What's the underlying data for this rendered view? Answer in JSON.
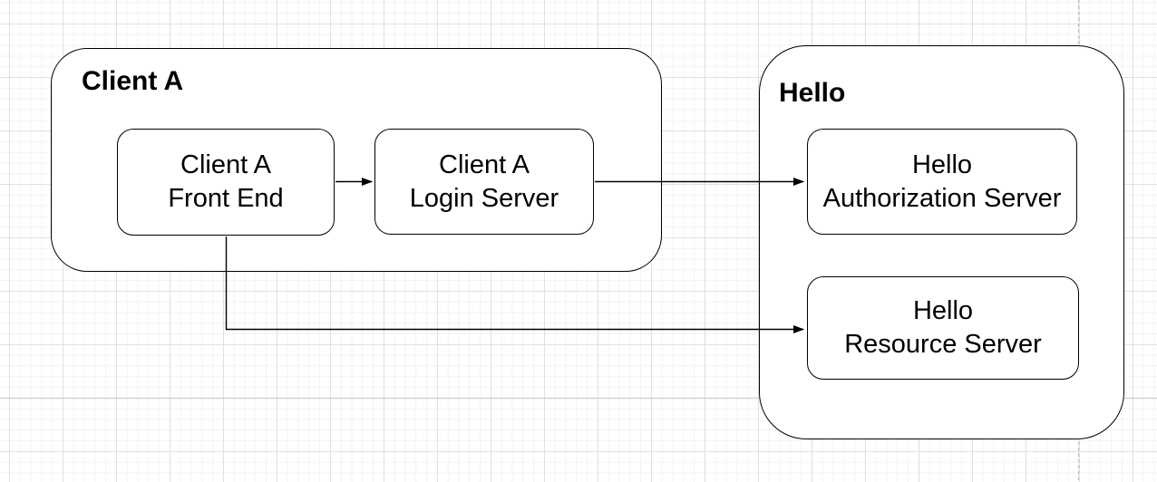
{
  "diagram": {
    "containers": [
      {
        "id": "client-a",
        "title": "Client A"
      },
      {
        "id": "hello",
        "title": "Hello"
      }
    ],
    "nodes": [
      {
        "id": "client-a-front-end",
        "container": "client-a",
        "label": "Client A\nFront End"
      },
      {
        "id": "client-a-login-server",
        "container": "client-a",
        "label": "Client A\nLogin Server"
      },
      {
        "id": "hello-authorization-server",
        "container": "hello",
        "label": "Hello\nAuthorization Server"
      },
      {
        "id": "hello-resource-server",
        "container": "hello",
        "label": "Hello\nResource Server"
      }
    ],
    "edges": [
      {
        "from": "client-a-front-end",
        "to": "client-a-login-server"
      },
      {
        "from": "client-a-login-server",
        "to": "hello-authorization-server"
      },
      {
        "from": "client-a-front-end",
        "to": "hello-resource-server"
      }
    ],
    "colors": {
      "shape_fill": "#ffffff",
      "shape_stroke": "#000000",
      "text": "#000000",
      "grid_minor": "#f3f3f3",
      "grid_major": "#e0e0e0",
      "page_boundary": "#bdbdbd"
    }
  }
}
